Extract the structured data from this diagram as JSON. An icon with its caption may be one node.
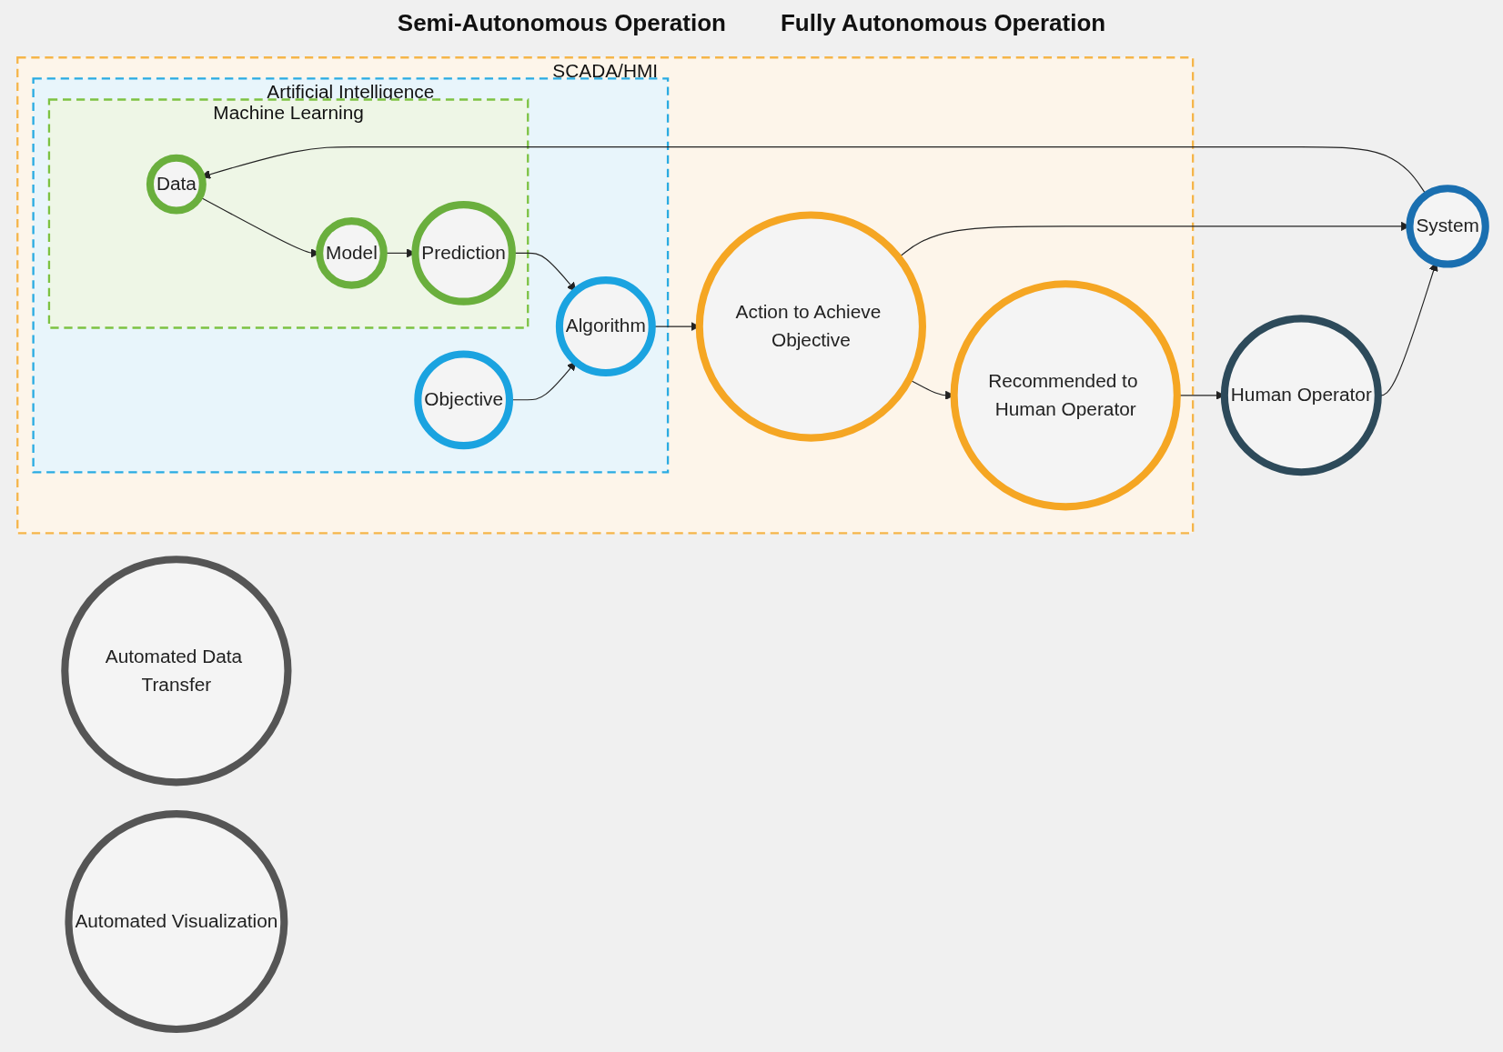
{
  "diagram": {
    "nodes": [
      {
        "text": [
          "SCADA/HMI"
        ]
      },
      {
        "text": [
          "Artificial Intelligence"
        ],
        "in": 0
      },
      {
        "text": [
          "Machine Learning"
        ],
        "in": 1
      },
      {
        "text": [
          "System"
        ]
      },
      {
        "text": [
          "Data"
        ],
        "in": 2
      },
      {
        "text": [
          "Model"
        ],
        "in": 2
      },
      {
        "text": [
          "Prediction"
        ],
        "in": 2
      },
      {
        "text": [
          "Algorithm"
        ],
        "in": 1
      },
      {
        "text": [
          "Objective"
        ],
        "in": 1
      },
      {
        "text": [
          "Action to Achieve Objective"
        ],
        "in": 0
      },
      {
        "text": [
          "Recommended to Human Operator"
        ],
        "in": 0
      },
      {
        "text": [
          "Human Operator"
        ]
      },
      {
        "text": [
          "Automated Data Transfer"
        ]
      },
      {
        "text": [
          "Automated Visualization"
        ]
      }
    ],
    "edges": [
      {
        "from": 3,
        "to": 4,
        "arrow": "to"
      },
      {
        "from": 4,
        "to": 5,
        "arrow": "to"
      },
      {
        "from": 5,
        "to": 6,
        "arrow": "to"
      },
      {
        "from": 6,
        "to": 7,
        "arrow": "to"
      },
      {
        "from": 8,
        "to": 7,
        "arrow": "to"
      },
      {
        "from": 7,
        "to": 9,
        "arrow": "to"
      },
      {
        "from": 9,
        "to": 10,
        "arrow": "to"
      },
      {
        "from": 10,
        "to": 11,
        "arrow": "to"
      },
      {
        "from": 9,
        "to": 3,
        "arrow": "to"
      },
      {
        "from": 11,
        "to": 3,
        "arrow": "to"
      }
    ],
    "labels": [
      "Semi-Autonomous Operation",
      "Fully Autonomous Operation"
    ]
  }
}
